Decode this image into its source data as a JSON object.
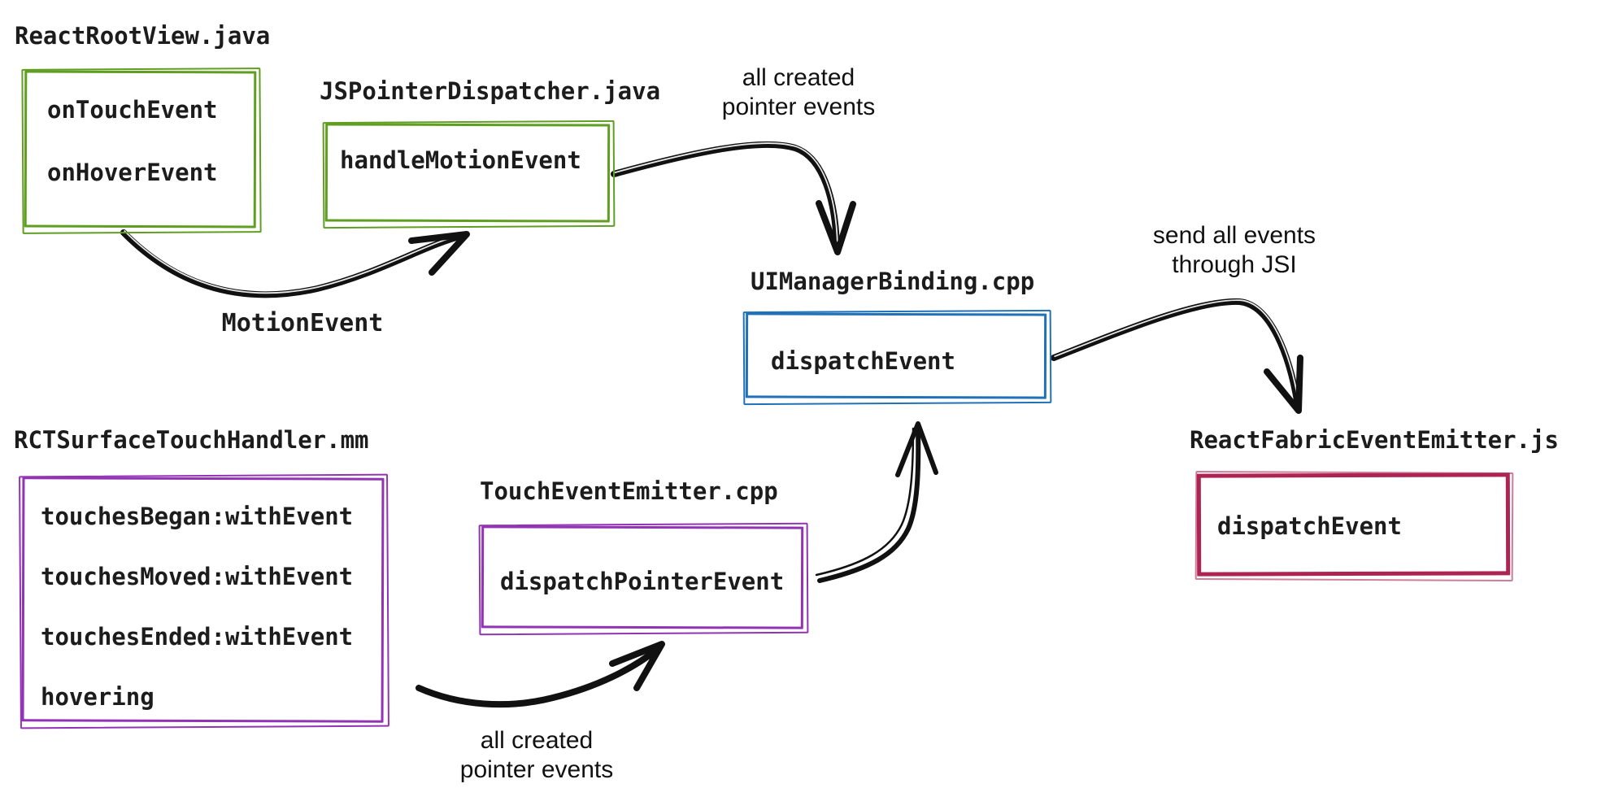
{
  "colors": {
    "green": "#5f9e20",
    "blue": "#2071b8",
    "purple": "#9233b5",
    "crimson": "#ad2452",
    "arrow": "#111111",
    "text": "#1c1c1c",
    "background": "#ffffff"
  },
  "nodes": {
    "react_root_view": {
      "title": "ReactRootView.java",
      "methods": [
        "onTouchEvent",
        "onHoverEvent"
      ],
      "border_color": "#5f9e20"
    },
    "js_pointer_dispatcher": {
      "title": "JSPointerDispatcher.java",
      "methods": [
        "handleMotionEvent"
      ],
      "border_color": "#5f9e20"
    },
    "ui_manager_binding": {
      "title": "UIManagerBinding.cpp",
      "methods": [
        "dispatchEvent"
      ],
      "border_color": "#2071b8"
    },
    "rct_surface_touch_handler": {
      "title": "RCTSurfaceTouchHandler.mm",
      "methods": [
        "touchesBegan:withEvent",
        "touchesMoved:withEvent",
        "touchesEnded:withEvent",
        "hovering"
      ],
      "border_color": "#9233b5"
    },
    "touch_event_emitter": {
      "title": "TouchEventEmitter.cpp",
      "methods": [
        "dispatchPointerEvent"
      ],
      "border_color": "#9233b5"
    },
    "react_fabric_event_emitter": {
      "title": "ReactFabricEventEmitter.js",
      "methods": [
        "dispatchEvent"
      ],
      "border_color": "#ad2452"
    }
  },
  "edge_labels": {
    "motion_event": "MotionEvent",
    "created_pointer_events_top": [
      "all created",
      "pointer events"
    ],
    "send_through_jsi": [
      "send all events",
      "through JSI"
    ],
    "created_pointer_events_bottom": [
      "all created",
      "pointer events"
    ]
  },
  "edges": [
    {
      "from": "react_root_view",
      "to": "js_pointer_dispatcher",
      "label": "MotionEvent"
    },
    {
      "from": "js_pointer_dispatcher",
      "to": "ui_manager_binding",
      "label": "all created pointer events"
    },
    {
      "from": "ui_manager_binding",
      "to": "react_fabric_event_emitter",
      "label": "send all events through JSI"
    },
    {
      "from": "rct_surface_touch_handler",
      "to": "touch_event_emitter",
      "label": "all created pointer events"
    },
    {
      "from": "touch_event_emitter",
      "to": "ui_manager_binding",
      "label": ""
    }
  ]
}
